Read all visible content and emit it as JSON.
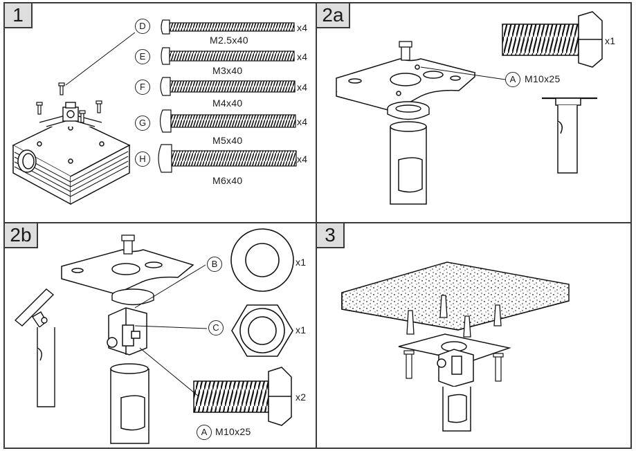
{
  "panels": {
    "p1": {
      "step": "1",
      "screws": [
        {
          "letter": "D",
          "size": "M2.5x40",
          "qty": "x4"
        },
        {
          "letter": "E",
          "size": "M3x40",
          "qty": "x4"
        },
        {
          "letter": "F",
          "size": "M4x40",
          "qty": "x4"
        },
        {
          "letter": "G",
          "size": "M5x40",
          "qty": "x4"
        },
        {
          "letter": "H",
          "size": "M6x40",
          "qty": "x4"
        }
      ]
    },
    "p2a": {
      "step": "2a",
      "bolt_letter": "A",
      "bolt_size": "M10x25",
      "bolt_qty": "x1"
    },
    "p2b": {
      "step": "2b",
      "washer_letter": "B",
      "washer_qty": "x1",
      "nut_letter": "C",
      "nut_qty": "x1",
      "bolt_letter": "A",
      "bolt_size": "M10x25",
      "bolt_qty": "x2"
    },
    "p3": {
      "step": "3"
    }
  },
  "colors": {
    "ink": "#1a1a1a",
    "step_badge": "#dedede",
    "border": "#3a3a3a"
  }
}
